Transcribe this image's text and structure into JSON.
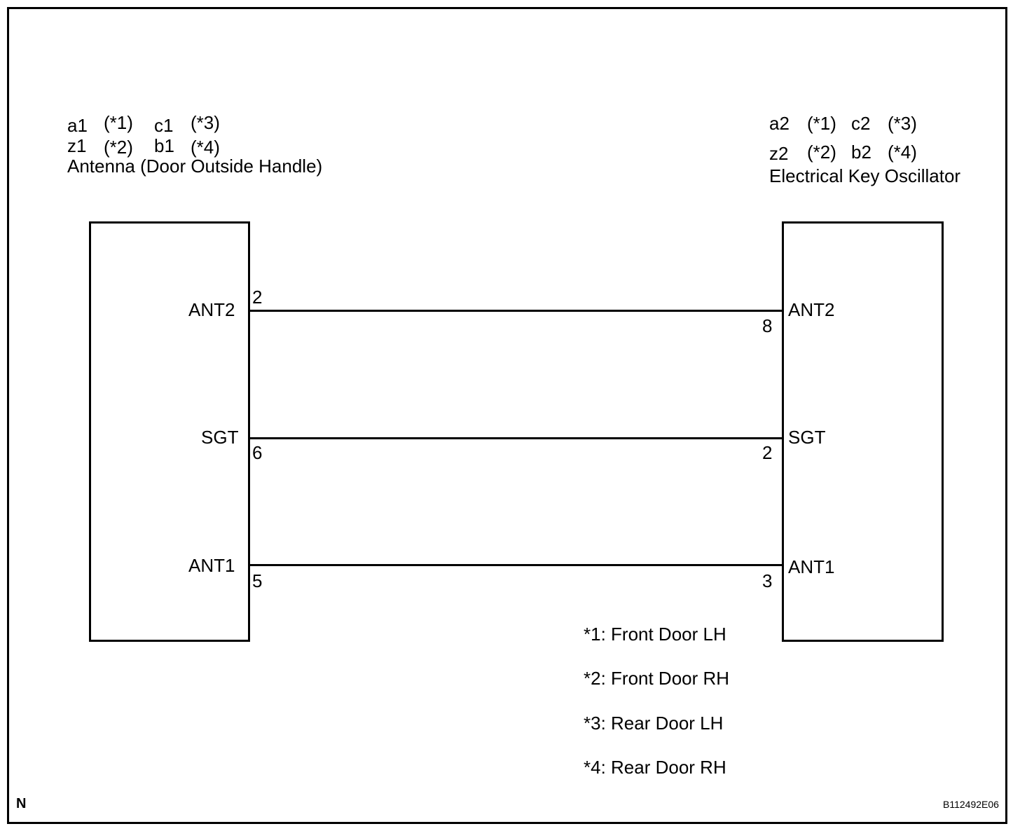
{
  "left_component": {
    "codes": [
      [
        "a1",
        "(*1)",
        "c1",
        "(*3)"
      ],
      [
        "z1",
        "(*2)",
        "b1",
        "(*4)"
      ]
    ],
    "name": "Antenna (Door Outside Handle)",
    "pins": {
      "ant2": {
        "label": "ANT2",
        "number": "2"
      },
      "sgt": {
        "label": "SGT",
        "number": "6"
      },
      "ant1": {
        "label": "ANT1",
        "number": "5"
      }
    }
  },
  "right_component": {
    "codes": [
      [
        "a2",
        "(*1)",
        "c2",
        "(*3)"
      ],
      [
        "z2",
        "(*2)",
        "b2",
        "(*4)"
      ]
    ],
    "name": "Electrical Key Oscillator",
    "pins": {
      "ant2": {
        "label": "ANT2",
        "number": "8"
      },
      "sgt": {
        "label": "SGT",
        "number": "2"
      },
      "ant1": {
        "label": "ANT1",
        "number": "3"
      }
    }
  },
  "notes": [
    "*1: Front Door LH",
    "*2: Front Door RH",
    "*3: Rear Door LH",
    "*4: Rear Door RH"
  ],
  "corner_mark": "N",
  "figure_id": "B112492E06"
}
